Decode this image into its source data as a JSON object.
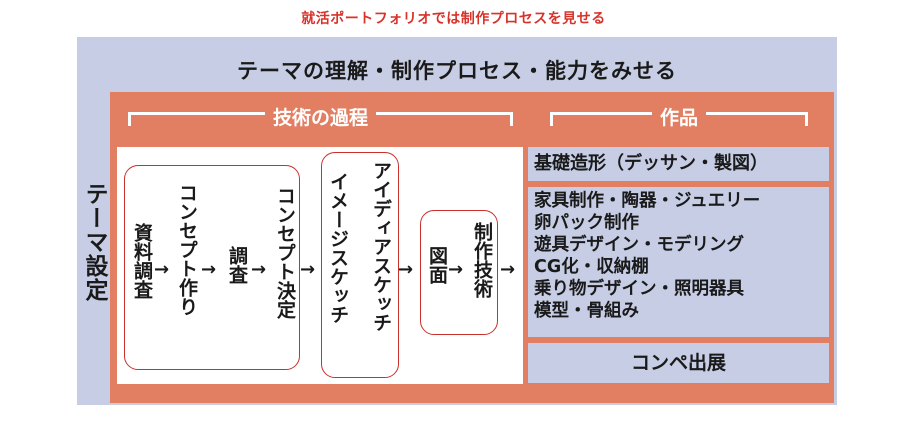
{
  "page": {
    "title": "就活ポートフォリオでは制作プロセスを見せる"
  },
  "outer": {
    "heading": "テーマの理解・制作プロセス・能力をみせる",
    "side_label": "テーマ設定"
  },
  "process": {
    "header": "技術の過程",
    "steps": [
      "資料調査",
      "コンセプト作り",
      "調査",
      "コンセプト決定",
      "イメージスケッチ",
      "アイディアスケッチ",
      "図面",
      "制作技術"
    ],
    "arrow": "→"
  },
  "works": {
    "header": "作品",
    "basic": "基礎造形（デッサン・製図）",
    "items": [
      "家具制作・陶器・ジュエリー",
      "卵パック制作",
      "遊具デザイン・モデリング",
      "CG化・収納棚",
      "乗り物デザイン・照明器具",
      "模型・骨組み"
    ],
    "competition": "コンペ出展"
  },
  "colors": {
    "accent_red": "#d8322a",
    "salmon": "#e27f63",
    "light_blue": "#c6cde4"
  }
}
